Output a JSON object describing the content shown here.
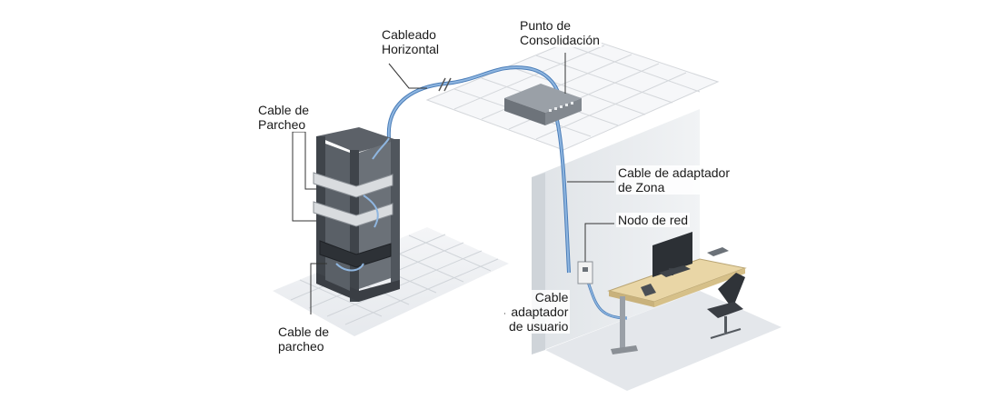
{
  "labels": {
    "cableado_horizontal": [
      "Cableado",
      "Horizontal"
    ],
    "punto_consolidacion": [
      "Punto de",
      "Consolidación"
    ],
    "cable_parcheo_top": [
      "Cable de",
      "Parcheo"
    ],
    "cable_adaptador_zona": [
      "Cable de adaptador",
      "de Zona"
    ],
    "nodo_red": [
      "Nodo de red"
    ],
    "cable_adaptador_usuario": [
      "Cable",
      "adaptador",
      "de usuario"
    ],
    "cable_parcheo_bottom": [
      "Cable de",
      "parcheo"
    ]
  },
  "colors": {
    "cable": "#6f9fd4",
    "cable_dark": "#4a7db8",
    "rack": "#4e535a",
    "grid": "#c9cdd2",
    "wall": "#e9ecef",
    "floor": "#eef0f3",
    "desk": "#e9d6a6"
  }
}
